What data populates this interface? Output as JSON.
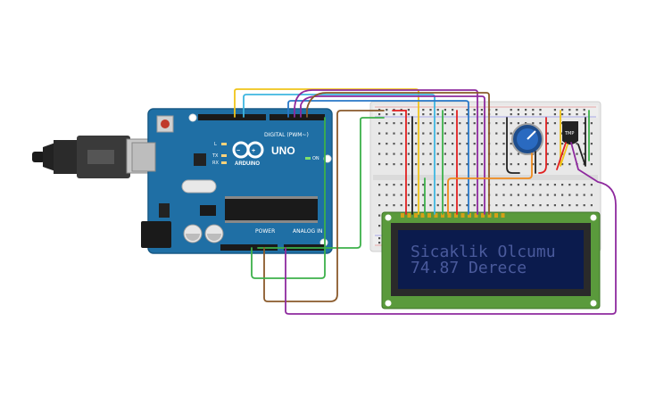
{
  "arduino": {
    "brand": "ARDUINO",
    "model": "UNO",
    "digital_label": "DIGITAL (PWM~)",
    "power_label": "POWER",
    "analog_label": "ANALOG IN",
    "on_label": "ON",
    "led_l": "L",
    "led_tx": "TX",
    "led_rx": "RX"
  },
  "sensor": {
    "label": "TMP"
  },
  "lcd": {
    "line1": "Sicaklik Olcumu",
    "line2": "74.87 Derece"
  },
  "colors": {
    "board": "#1f6fa5",
    "lcd_pcb": "#5a9a3c",
    "lcd_screen": "#0b1b4d",
    "lcd_text": "#4a5a9c",
    "wire_yellow": "#f0c419",
    "wire_cyan": "#3eb6e0",
    "wire_purple": "#8e2a9e",
    "wire_brown": "#8a5a2b",
    "wire_green": "#3cb14a",
    "wire_red": "#e02020",
    "wire_blue": "#2878c8",
    "wire_orange": "#f08a1c",
    "wire_black": "#222222"
  }
}
